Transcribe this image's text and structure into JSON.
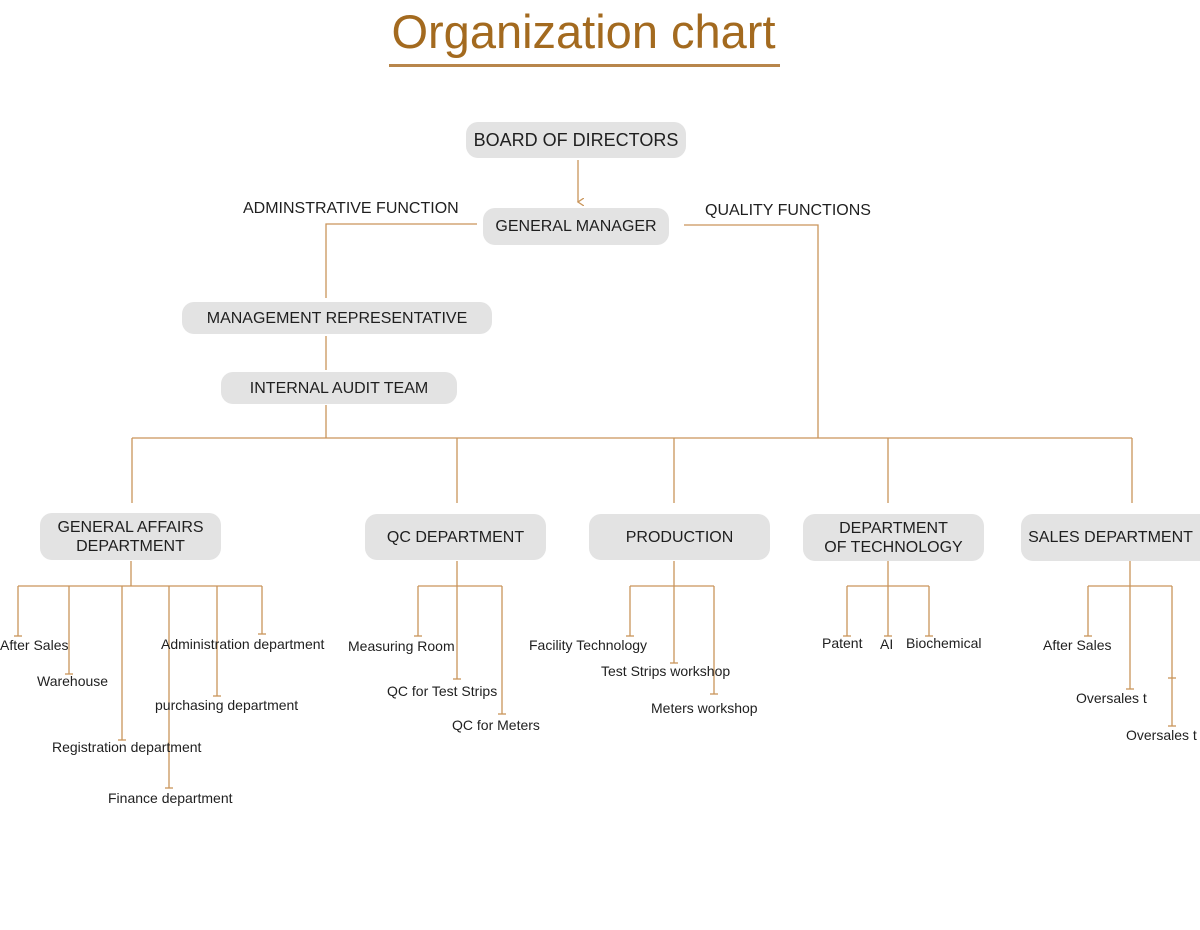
{
  "title": "Organization chart",
  "accent_color": "#c9955a",
  "title_color": "#a36a1f",
  "board": "BOARD OF DIRECTORS",
  "gm": "GENERAL MANAGER",
  "admin_function": "ADMINSTRATIVE FUNCTION",
  "quality_functions": "QUALITY FUNCTIONS",
  "mgmt_rep": "MANAGEMENT REPRESENTATIVE",
  "audit_team": "INTERNAL AUDIT TEAM",
  "departments": {
    "general_affairs": {
      "name": "GENERAL AFFAIRS\nDEPARTMENT",
      "units": [
        "After Sales",
        "Warehouse",
        "Registration department",
        "Finance department",
        "purchasing department",
        "Administration department"
      ]
    },
    "qc": {
      "name": "QC DEPARTMENT",
      "units": [
        "Measuring Room",
        "QC for Test Strips",
        "QC for Meters"
      ]
    },
    "production": {
      "name": "PRODUCTION",
      "units": [
        "Facility Technology",
        "Test Strips workshop",
        "Meters workshop"
      ]
    },
    "technology": {
      "name": "DEPARTMENT\nOF TECHNOLOGY",
      "units": [
        "Patent",
        "AI",
        "Biochemical"
      ]
    },
    "sales": {
      "name": "SALES DEPARTMENT",
      "units": [
        "After Sales",
        "Oversales t",
        "Oversales t"
      ]
    }
  }
}
